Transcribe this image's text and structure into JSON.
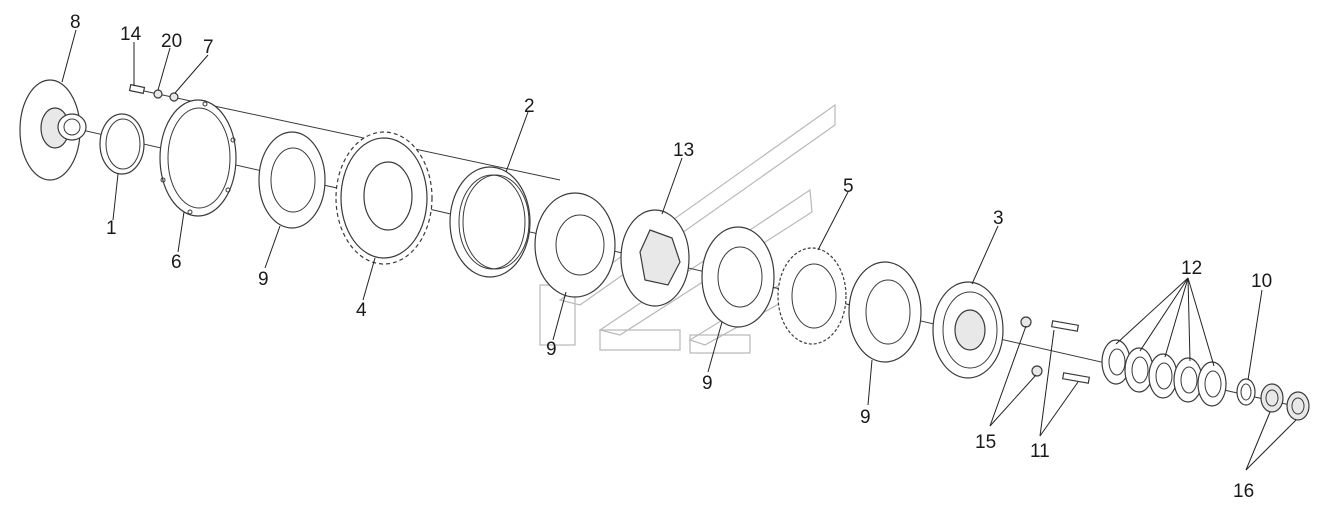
{
  "diagram": {
    "labels": [
      {
        "id": "p8",
        "text": "8"
      },
      {
        "id": "p14",
        "text": "14"
      },
      {
        "id": "p20",
        "text": "20"
      },
      {
        "id": "p7",
        "text": "7"
      },
      {
        "id": "p1",
        "text": "1"
      },
      {
        "id": "p6",
        "text": "6"
      },
      {
        "id": "p9a",
        "text": "9"
      },
      {
        "id": "p4",
        "text": "4"
      },
      {
        "id": "p2",
        "text": "2"
      },
      {
        "id": "p13",
        "text": "13"
      },
      {
        "id": "p9b",
        "text": "9"
      },
      {
        "id": "p9c",
        "text": "9"
      },
      {
        "id": "p5",
        "text": "5"
      },
      {
        "id": "p9d",
        "text": "9"
      },
      {
        "id": "p3",
        "text": "3"
      },
      {
        "id": "p15",
        "text": "15"
      },
      {
        "id": "p11",
        "text": "11"
      },
      {
        "id": "p12",
        "text": "12"
      },
      {
        "id": "p10",
        "text": "10"
      },
      {
        "id": "p16",
        "text": "16"
      }
    ]
  },
  "colors": {
    "stroke": "#3a3a3a",
    "watermark": "#b8b8b8",
    "background": "#ffffff"
  }
}
